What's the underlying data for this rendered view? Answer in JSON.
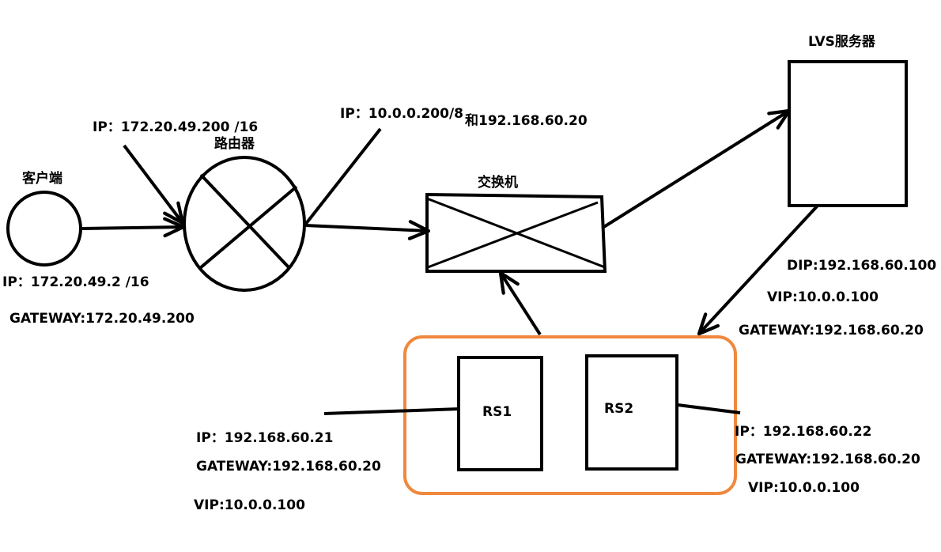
{
  "colors": {
    "ink": "#000000",
    "highlight": "#f0883e"
  },
  "nodes": {
    "client": "客户端",
    "router": "路由器",
    "switch": "交换机",
    "lvs": "LVS服务器",
    "rs1": "RS1",
    "rs2": "RS2"
  },
  "client": {
    "ip": "IP：172.20.49.2 /16",
    "gateway": "GATEWAY:172.20.49.200"
  },
  "router": {
    "ip_outer": "IP：172.20.49.200 /16",
    "ip_inner": "IP：10.0.0.200/8",
    "ip_inner_extra": "和192.168.60.20"
  },
  "lvs": {
    "dip": "DIP:192.168.60.100",
    "vip": "VIP:10.0.0.100",
    "gateway": "GATEWAY:192.168.60.20"
  },
  "rs1": {
    "ip": "IP：192.168.60.21",
    "gateway": "GATEWAY:192.168.60.20",
    "vip": "VIP:10.0.0.100"
  },
  "rs2": {
    "ip": "IP：192.168.60.22",
    "gateway": "GATEWAY:192.168.60.20",
    "vip": "VIP:10.0.0.100"
  }
}
